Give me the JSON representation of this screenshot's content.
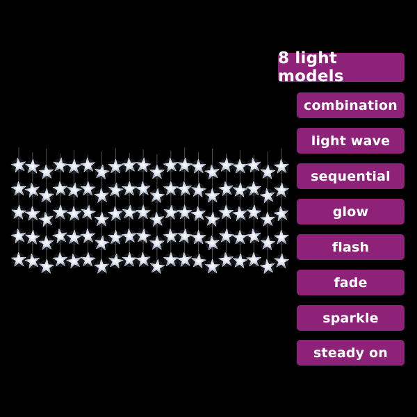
{
  "colors": {
    "background": "#000000",
    "pill_background": "#8e2279",
    "pill_text": "#ffffff",
    "star_color": "#e8eef8",
    "wire_color": "#8a8f99"
  },
  "header": {
    "label": "8 light models"
  },
  "modes": [
    {
      "label": "combination"
    },
    {
      "label": "light wave"
    },
    {
      "label": "sequential"
    },
    {
      "label": "glow"
    },
    {
      "label": "flash"
    },
    {
      "label": "fade"
    },
    {
      "label": "sparkle"
    },
    {
      "label": "steady on"
    }
  ],
  "product_image": {
    "description": "star curtain fairy lights",
    "columns": 20,
    "stars_per_column": 5,
    "icon": "star-icon"
  }
}
